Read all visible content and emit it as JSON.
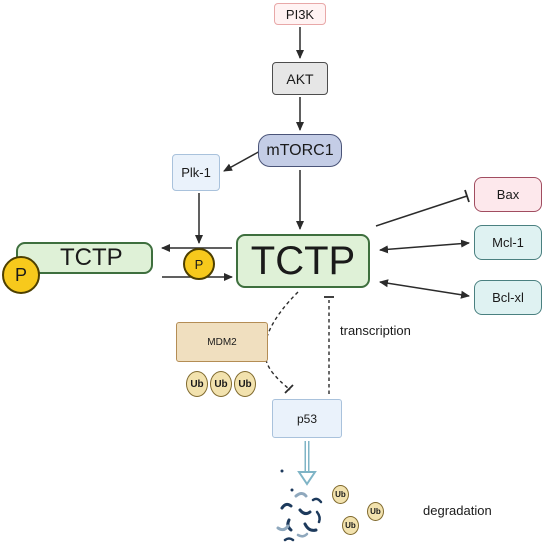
{
  "nodes": {
    "pi3k": "PI3K",
    "akt": "AKT",
    "mtorc1": "mTORC1",
    "plk1": "Plk-1",
    "tctp_main": "TCTP",
    "tctp_phospho": "TCTP",
    "bax": "Bax",
    "mcl1": "Mcl-1",
    "bclxl": "Bcl-xl",
    "mdm2": "MDM2",
    "p53": "p53"
  },
  "phosphate": {
    "big": "P",
    "small": "P"
  },
  "ubiquitin": {
    "chain": [
      "Ub",
      "Ub",
      "Ub"
    ],
    "free": [
      "Ub",
      "Ub",
      "Ub"
    ]
  },
  "labels": {
    "transcription": "transcription",
    "degradation": "degradation"
  },
  "colors": {
    "tctp_fill": "#dff1d7",
    "tctp_border": "#3e6f3e",
    "phosphate": "#f7c91c",
    "ubiquitin": "#f2e2ae",
    "degradation_arrow": "#7fb4c6"
  }
}
